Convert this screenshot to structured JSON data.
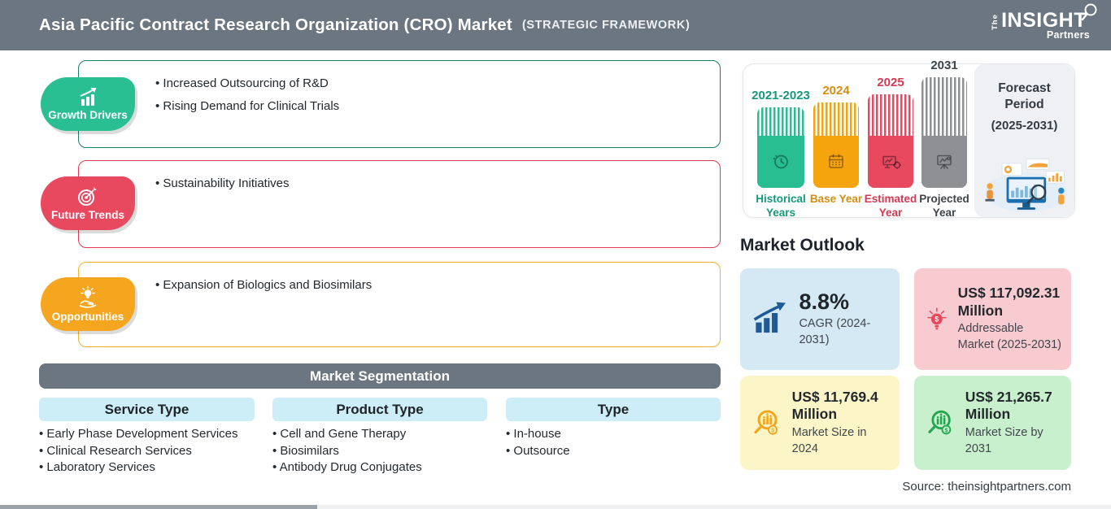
{
  "header": {
    "title": "Asia Pacific Contract Research Organization (CRO) Market",
    "framework_tag": "(STRATEGIC FRAMEWORK)",
    "logo_the": "The",
    "logo_insight": "INSIGHT",
    "logo_partners": "Partners"
  },
  "framework_sections": [
    {
      "label": "Growth Drivers",
      "items": [
        "Increased Outsourcing of R&D",
        "Rising Demand for Clinical Trials"
      ]
    },
    {
      "label": "Future Trends",
      "items": [
        "Sustainability Initiatives"
      ]
    },
    {
      "label": "Opportunities",
      "items": [
        "Expansion of Biologics and Biosimilars"
      ]
    }
  ],
  "segmentation": {
    "title": "Market Segmentation",
    "columns": [
      {
        "header": "Service Type",
        "items": [
          "Early Phase Development Services",
          "Clinical Research Services",
          "Laboratory Services"
        ]
      },
      {
        "header": "Product Type",
        "items": [
          "Cell and Gene Therapy",
          "Biosimilars",
          "Antibody Drug Conjugates"
        ]
      },
      {
        "header": "Type",
        "items": [
          "In-house",
          "Outsource"
        ]
      }
    ]
  },
  "timeline": {
    "bars": [
      {
        "year": "2021-2023",
        "label": "Historical Years",
        "color": "#29bd92"
      },
      {
        "year": "2024",
        "label": "Base Year",
        "color": "#f5a40e"
      },
      {
        "year": "2025",
        "label": "Estimated Year",
        "color": "#e8495f"
      },
      {
        "year": "2031",
        "label": "Projected Year",
        "color": "#8f9093"
      }
    ],
    "forecast_title": "Forecast Period",
    "forecast_range": "(2025-2031)"
  },
  "outlook": {
    "title": "Market Outlook",
    "cards": [
      {
        "value": "8.8%",
        "label": "CAGR (2024-2031)"
      },
      {
        "value": "US$ 117,092.31 Million",
        "label": "Addressable Market (2025-2031)"
      },
      {
        "value": "US$ 11,769.4 Million",
        "label": "Market Size in 2024"
      },
      {
        "value": "US$ 21,265.7 Million",
        "label": "Market Size by 2031"
      }
    ]
  },
  "source": "Source: theinsightpartners.com",
  "colors": {
    "header_bg": "#6c7680",
    "growth_drivers_green": "#2abf93",
    "future_trends_red": "#e8495f",
    "opportunities_orange": "#f6a51f",
    "base_year_orange": "#f5a40e",
    "projected_gray": "#8f9093",
    "segment_header_blue": "#cdedf7",
    "cagr_card_bg": "#d5e9f5",
    "addressable_card_bg": "#f8cbd0",
    "size2024_card_bg": "#fbf5c8",
    "size2031_card_bg": "#c8f0cd",
    "cagr_icon_blue": "#1d5a96"
  }
}
